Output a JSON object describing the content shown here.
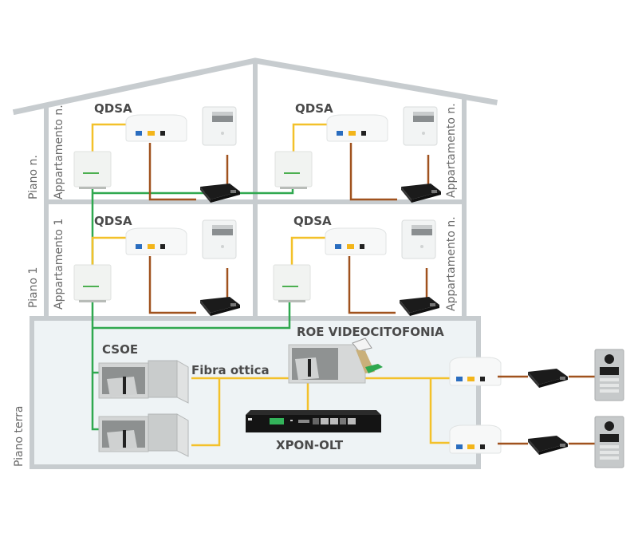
{
  "diagram": {
    "title": "",
    "colors": {
      "wall": "#c7cccf",
      "ground_floor_fill": "#eef3f5",
      "fiber_green": "#2fa84f",
      "fiber_yellow": "#f3c12a",
      "copper_brown": "#a0521e",
      "label_text": "#4a4a4a"
    },
    "floors": [
      {
        "id": "piano-n",
        "label": "Piano n.",
        "apartments": [
          {
            "label": "Appartamento n.",
            "panel_label": "QDSA"
          },
          {
            "label": "Appartamento n.",
            "panel_label": "QDSA"
          }
        ]
      },
      {
        "id": "piano-1",
        "label": "Piano 1",
        "apartments": [
          {
            "label": "Appartamento 1",
            "panel_label": "QDSA"
          },
          {
            "label": "Appartamento n.",
            "panel_label": "QDSA"
          }
        ]
      },
      {
        "id": "piano-terra",
        "label": "Piano terra",
        "components": {
          "csoe": "CSOE",
          "fiber_label": "Fibra ottica",
          "roe": "ROE VIDEOCITOFONIA",
          "olt": "XPON-OLT"
        }
      }
    ],
    "devices": {
      "apartment_devices": [
        "optical-termination-box",
        "ont-modem",
        "indoor-video-monitor",
        "poe-injector"
      ],
      "ground_devices": [
        "csoe-cabinet",
        "csoe-cabinet",
        "roe-cabinet",
        "xpon-olt",
        "ont-modem",
        "ont-modem",
        "poe-injector",
        "poe-injector",
        "outdoor-door-station",
        "outdoor-door-station"
      ]
    }
  }
}
